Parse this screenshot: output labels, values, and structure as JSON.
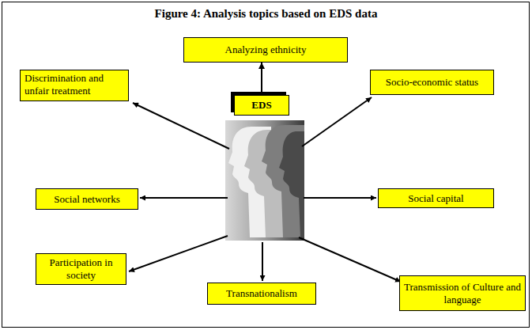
{
  "diagram": {
    "title": "Figure 4: Analysis topics based on EDS data",
    "nodes": [
      {
        "text": [
          "Analyzing ethnicity"
        ]
      },
      {
        "text": [
          "EDS"
        ]
      },
      {
        "text": [
          "Discrimination and unfair treatment"
        ]
      },
      {
        "text": [
          "Socio-economic status"
        ]
      },
      {
        "text": [
          "Social networks"
        ]
      },
      {
        "text": [
          "Social capital"
        ]
      },
      {
        "text": [
          "Participation in society"
        ]
      },
      {
        "text": [
          "Transnationalism"
        ]
      },
      {
        "text": [
          "Transmission of Culture and language"
        ]
      }
    ],
    "edges": [
      {
        "from": 1,
        "to": 0,
        "arrow": "to"
      }
    ]
  }
}
